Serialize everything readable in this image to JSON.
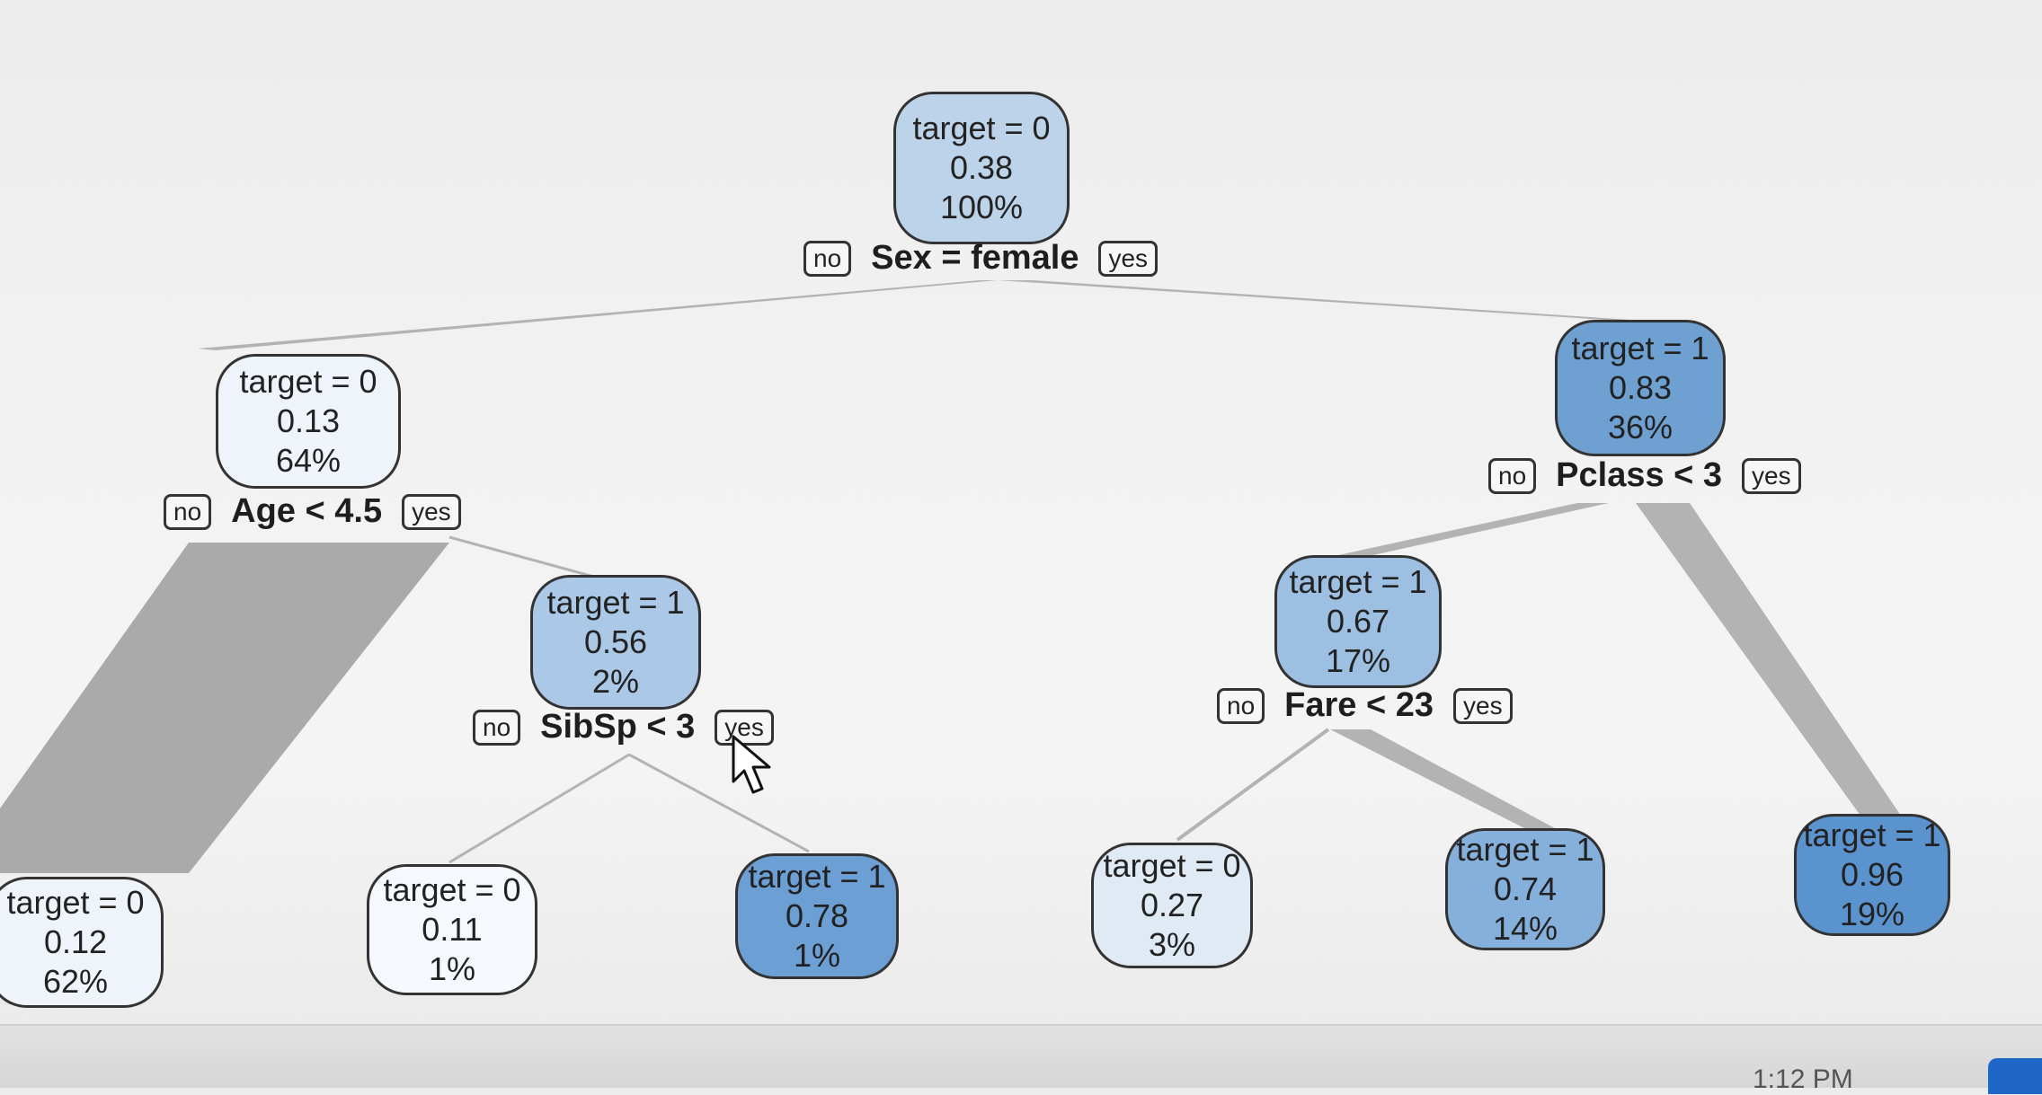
{
  "tree": {
    "nodes": {
      "root": {
        "label": "target = 0",
        "value": "0.38",
        "pct": "100%",
        "color": "#bcd3ea"
      },
      "n2": {
        "label": "target = 0",
        "value": "0.13",
        "pct": "64%",
        "color": "#eef4fa"
      },
      "n3": {
        "label": "target = 1",
        "value": "0.83",
        "pct": "36%",
        "color": "#6ea0d2"
      },
      "n5": {
        "label": "target = 1",
        "value": "0.56",
        "pct": "2%",
        "color": "#abc8e6"
      },
      "n6": {
        "label": "target = 1",
        "value": "0.67",
        "pct": "17%",
        "color": "#9dbfe2"
      },
      "leaf1": {
        "label": "target = 0",
        "value": "0.12",
        "pct": "62%",
        "color": "#eef4fa"
      },
      "leaf2": {
        "label": "target = 0",
        "value": "0.11",
        "pct": "1%",
        "color": "#f5f9fd"
      },
      "leaf3": {
        "label": "target = 1",
        "value": "0.78",
        "pct": "1%",
        "color": "#6c9fd4"
      },
      "leaf4": {
        "label": "target = 0",
        "value": "0.27",
        "pct": "3%",
        "color": "#dfeaf5"
      },
      "leaf5": {
        "label": "target = 1",
        "value": "0.74",
        "pct": "14%",
        "color": "#86b0dc"
      },
      "leaf6": {
        "label": "target = 1",
        "value": "0.96",
        "pct": "19%",
        "color": "#5b93cf"
      }
    },
    "splits": {
      "root": {
        "rule": "Sex = female",
        "no": "no",
        "yes": "yes"
      },
      "n2": {
        "rule": "Age < 4.5",
        "no": "no",
        "yes": "yes"
      },
      "n3": {
        "rule": "Pclass < 3",
        "no": "no",
        "yes": "yes"
      },
      "n5": {
        "rule": "SibSp < 3",
        "no": "no",
        "yes": "yes"
      },
      "n6": {
        "rule": "Fare < 23",
        "no": "no",
        "yes": "yes"
      }
    },
    "branch_color": "#b3b3b3"
  },
  "taskbar": {
    "clock": "1:12 PM"
  }
}
